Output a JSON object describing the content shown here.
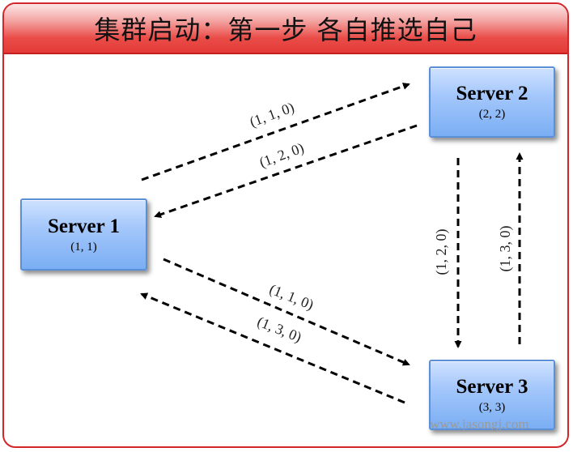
{
  "title": "集群启动：第一步 各自推选自己",
  "servers": [
    {
      "name": "Server 1",
      "vote": "(1, 1)"
    },
    {
      "name": "Server 2",
      "vote": "(2, 2)"
    },
    {
      "name": "Server 3",
      "vote": "(3, 3)"
    }
  ],
  "messages": [
    {
      "label": "(1, 1, 0)",
      "from": "Server 1",
      "to": "Server 2"
    },
    {
      "label": "(1, 2, 0)",
      "from": "Server 2",
      "to": "Server 1"
    },
    {
      "label": "(1, 1, 0)",
      "from": "Server 1",
      "to": "Server 3"
    },
    {
      "label": "(1, 3, 0)",
      "from": "Server 3",
      "to": "Server 1"
    },
    {
      "label": "(1, 2, 0)",
      "from": "Server 2",
      "to": "Server 3"
    },
    {
      "label": "(1, 3, 0)",
      "from": "Server 3",
      "to": "Server 2"
    }
  ],
  "watermark": "www.jasongj.com",
  "colors": {
    "title_bar": "#e33b37",
    "frame_border": "#d2262a",
    "server_fill": "#a4c7fb",
    "server_border": "#5b8fd8",
    "arrow": "#000000"
  }
}
